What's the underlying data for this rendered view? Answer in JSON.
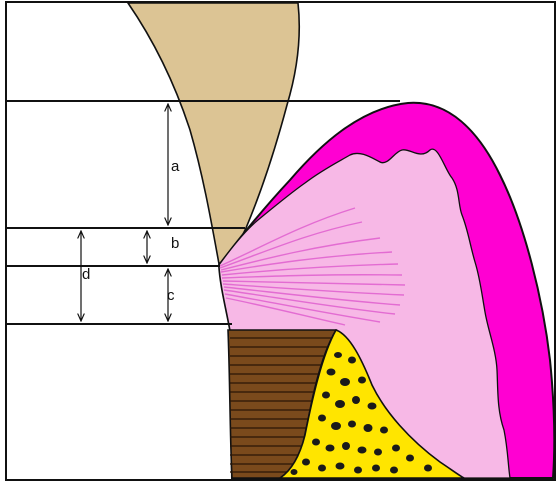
{
  "labels": {
    "a": "a",
    "b": "b",
    "c": "c",
    "d": "d"
  },
  "colors": {
    "tooth": "#dcc494",
    "gingiva_outer": "#ff00d2",
    "gingiva_inner": "#f7b8e6",
    "fibers": "#e36cd2",
    "cementum": "#7a4a1c",
    "bone": "#ffe500",
    "marrow_spots": "#1a1a1a",
    "outline": "#111111"
  }
}
